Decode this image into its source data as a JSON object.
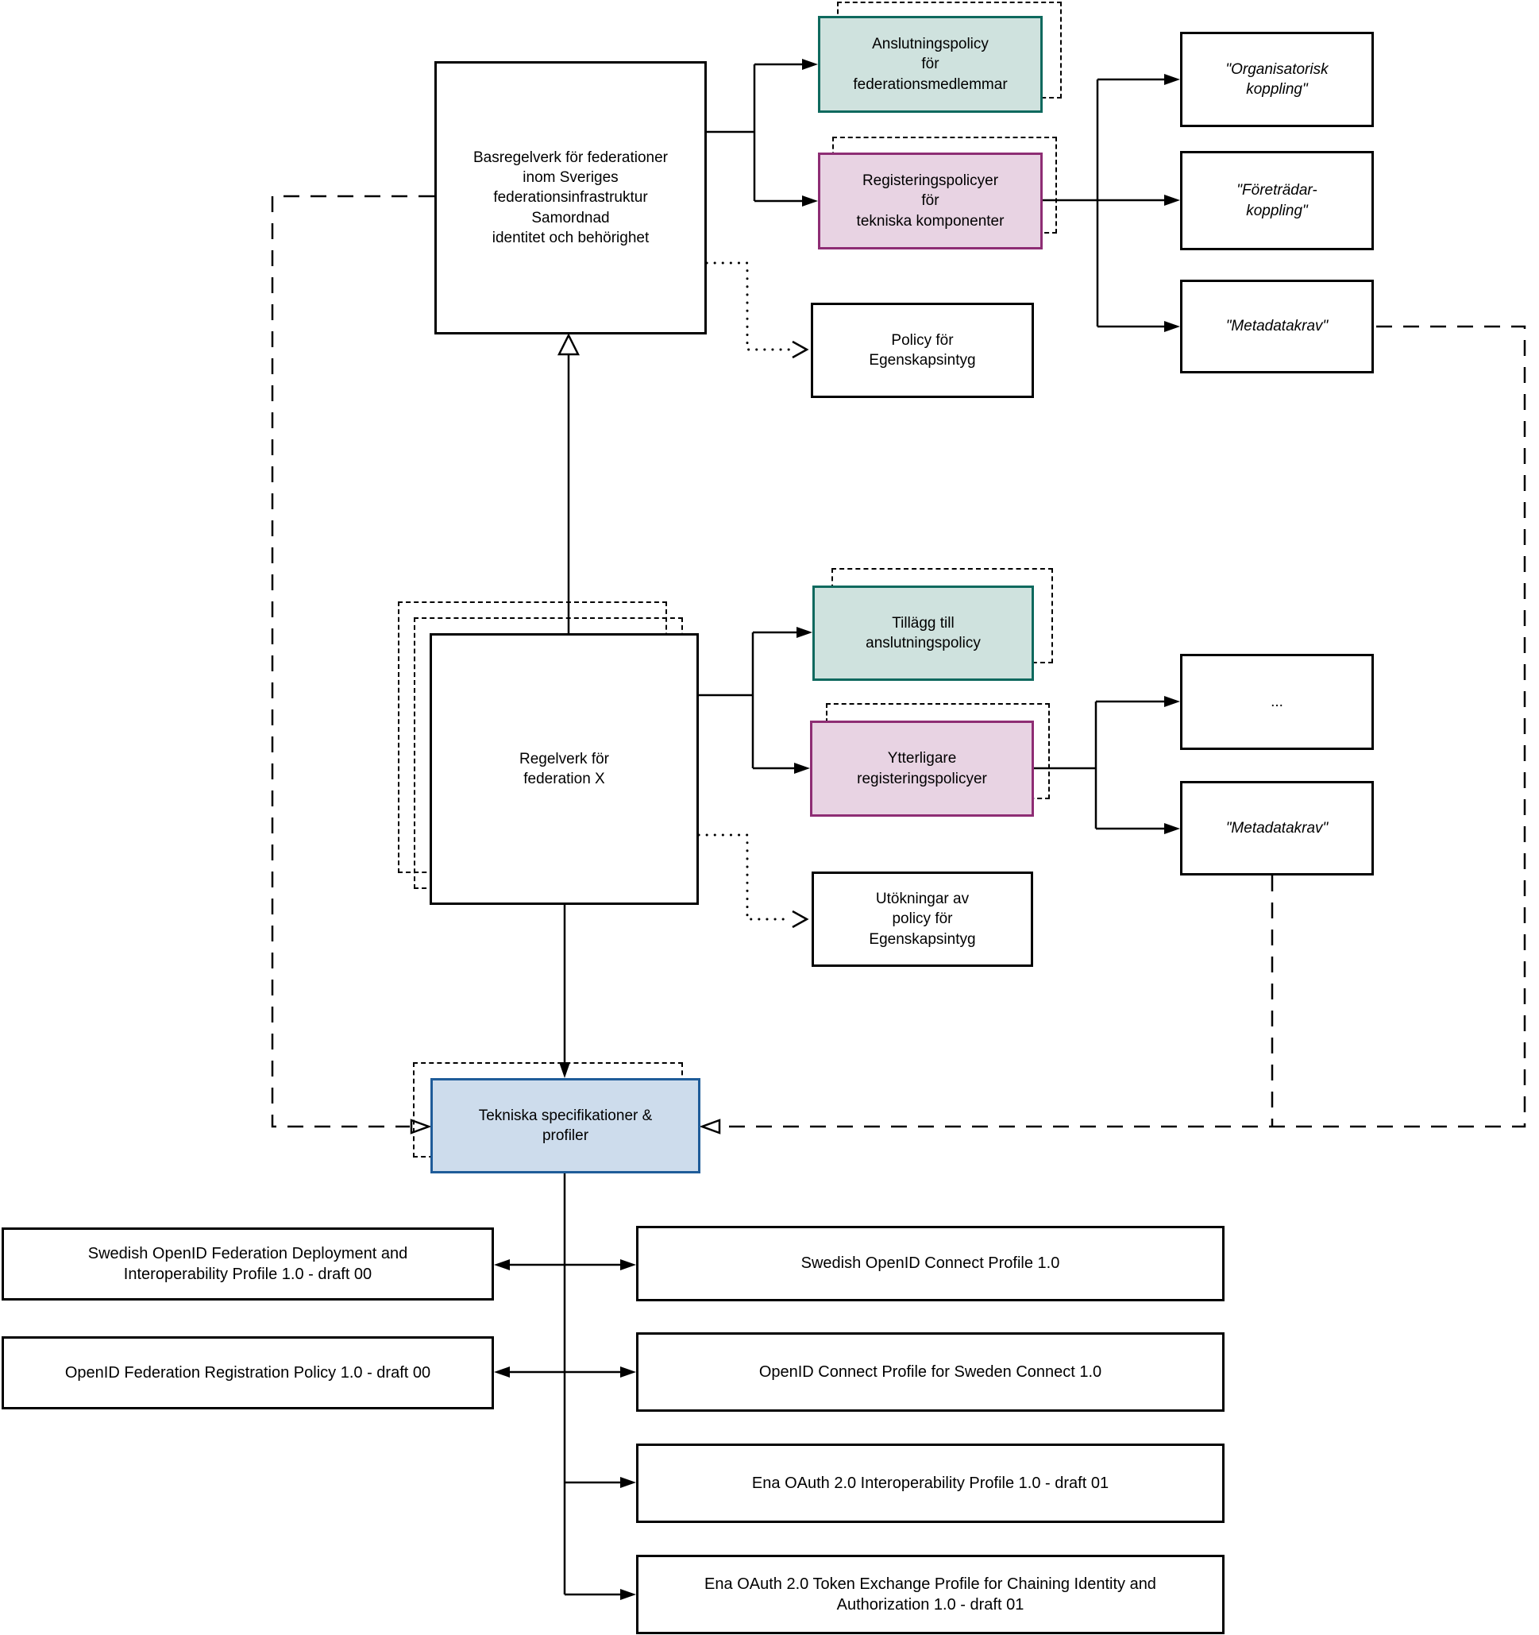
{
  "diagram": {
    "top": {
      "base_regulation": "Basregelverk för federationer\ninom Sveriges\nfederationsinfrastruktur\nSamordnad\nidentitet och behörighet",
      "connection_policy": "Anslutningspolicy\nför\nfederationsmedlemmar",
      "registration_policies": "Registeringspolicyer\nför\ntekniska komponenter",
      "organisational_link": "\"Organisatorisk\nkoppling\"",
      "representative_link": "\"Företrädar-\nkoppling\"",
      "metadata_requirements": "\"Metadatakrav\"",
      "attribute_policy": "Policy för\nEgenskapsintyg"
    },
    "middle": {
      "federation_x_regulation": "Regelverk för\nfederation X",
      "connection_policy_addition": "Tillägg till\nanslutningspolicy",
      "additional_registration_policies": "Ytterligare\nregisteringspolicyer",
      "ellipsis": "...",
      "metadata_requirements": "\"Metadatakrav\"",
      "attribute_policy_extensions": "Utökningar av\npolicy för\nEgenskapsintyg"
    },
    "tech_specs": "Tekniska specifikationer &\nprofiler",
    "bottom_left": [
      "Swedish OpenID Federation Deployment and\nInteroperability Profile 1.0 - draft 00",
      "OpenID Federation Registration Policy 1.0 - draft 00"
    ],
    "bottom_right": [
      "Swedish OpenID Connect Profile 1.0",
      "OpenID Connect Profile for Sweden Connect 1.0",
      "Ena OAuth 2.0 Interoperability Profile 1.0 - draft 01",
      "Ena OAuth 2.0 Token Exchange Profile for Chaining Identity and\nAuthorization 1.0 - draft 01"
    ],
    "colors": {
      "teal_fill": "#cfe2de",
      "teal_border": "#0e695e",
      "pink_fill": "#e8d3e3",
      "pink_border": "#8e2d74",
      "blue_fill": "#cddcec",
      "blue_border": "#1f5c99",
      "line": "#000000"
    }
  }
}
